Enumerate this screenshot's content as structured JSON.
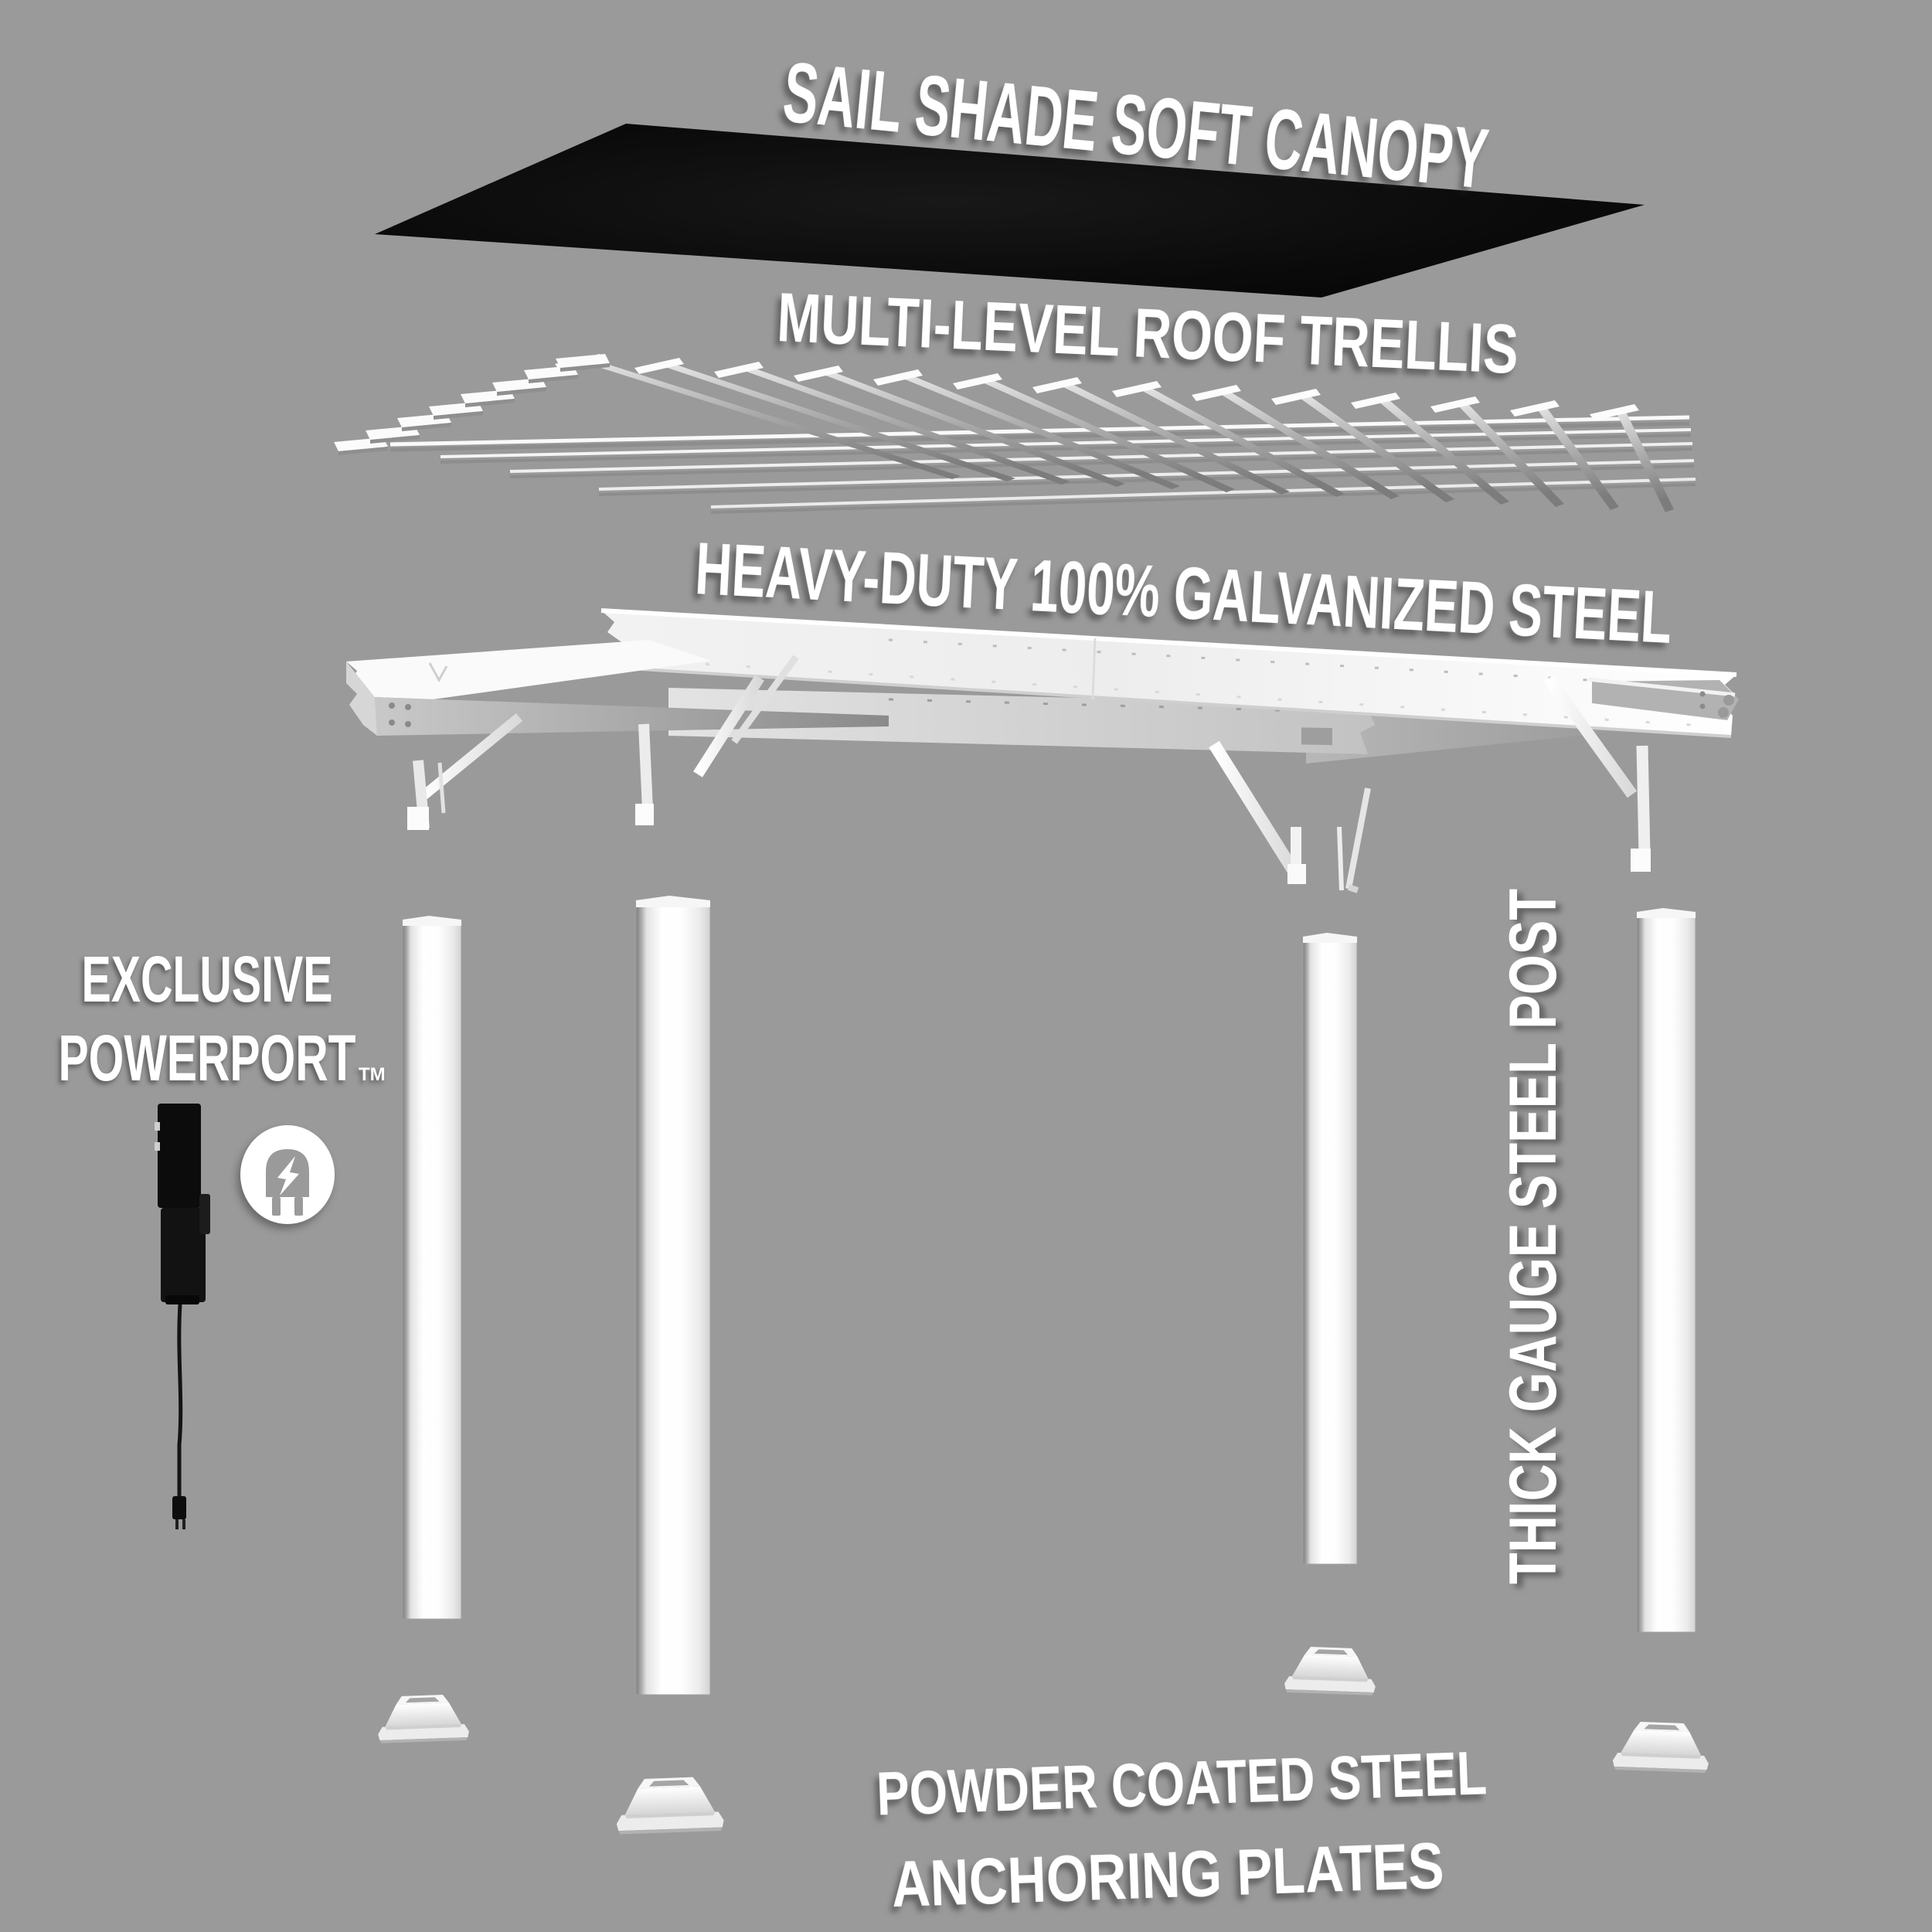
{
  "diagram": {
    "type": "exploded-product-diagram",
    "product": "steel pergola with sail shade",
    "labels": {
      "canopy": "SAIL SHADE SOFT CANOPY",
      "trellis": "MULTI-LEVEL ROOF TRELLIS",
      "frame": "HEAVY-DUTY 100% GALVANIZED STEEL",
      "powerport_line1": "EXCLUSIVE",
      "powerport_line2": "POWERPORT",
      "powerport_tm": "TM",
      "post_vertical": "THICK GAUGE STEEL POST",
      "plates_line1": "POWDER COATED STEEL",
      "plates_line2": "ANCHORING PLATES"
    },
    "icons": [
      {
        "name": "power-plug-icon",
        "meaning": "electrical power plug with lightning bolt inside white oval"
      }
    ],
    "parts": [
      {
        "name": "sail-shade-canopy",
        "color": "#0b0b0b"
      },
      {
        "name": "roof-trellis-slats",
        "count_blades": 14
      },
      {
        "name": "galvanized-steel-beams"
      },
      {
        "name": "powerport-device",
        "color": "#101010"
      },
      {
        "name": "steel-posts",
        "count": 4
      },
      {
        "name": "anchoring-plates",
        "count": 4
      }
    ],
    "colors": {
      "background": "#9a9a9a",
      "canopy_black": "#0b0b0b",
      "steel_white": "#ffffff",
      "steel_gray": "#b0b0b0",
      "label_text": "#ffffff"
    }
  }
}
